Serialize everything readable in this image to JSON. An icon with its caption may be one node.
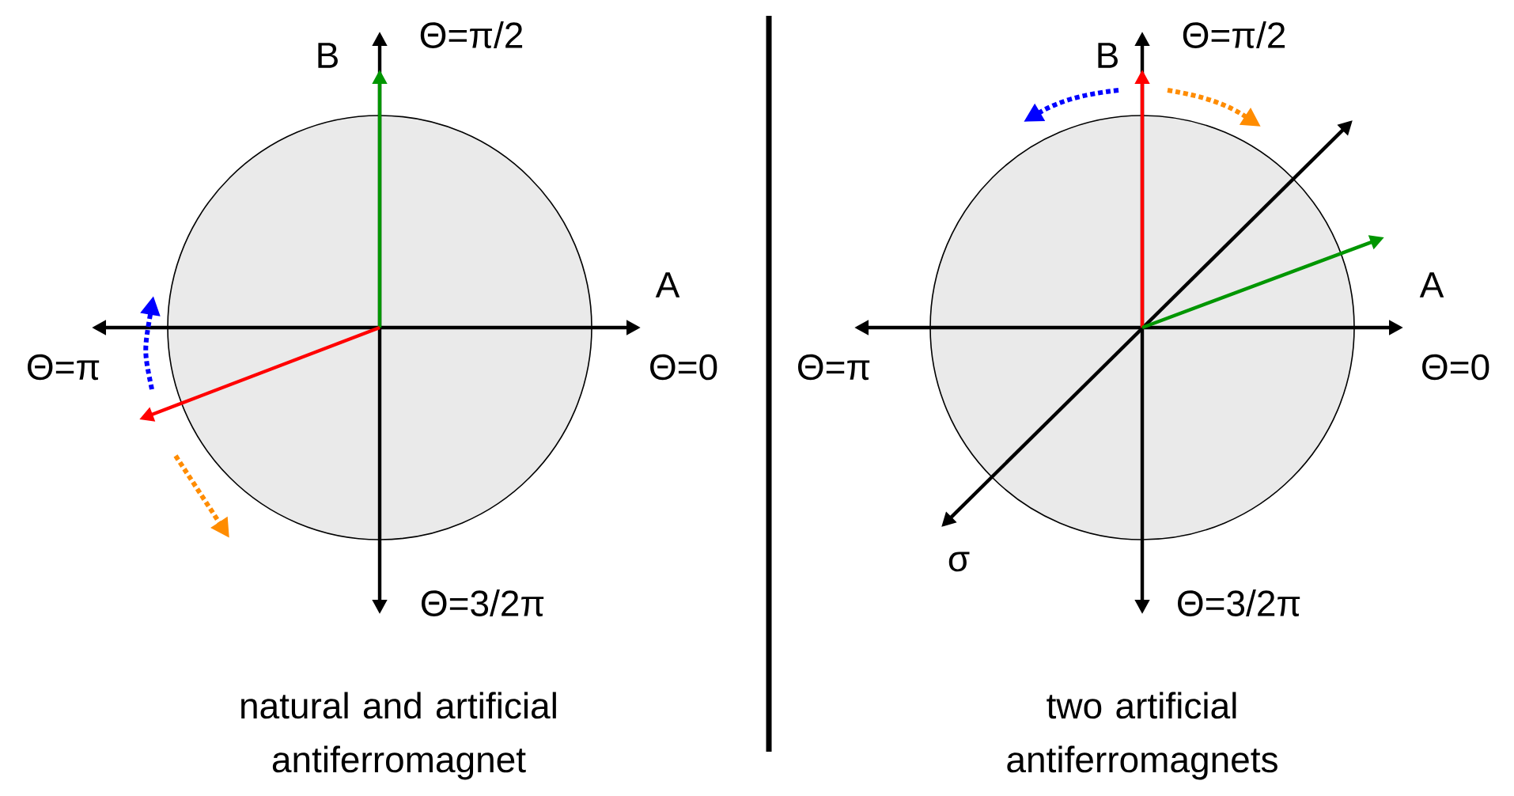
{
  "diagram": {
    "labels": [
      "B",
      "Θ=π/2",
      "A",
      "Θ=π",
      "Θ=0",
      "Θ=3/2π",
      "natural and artificial antiferromagnet",
      "B",
      "Θ=π/2",
      "A",
      "Θ=π",
      "Θ=0",
      "σ",
      "Θ=3/2π",
      "two artificial antiferromagnets"
    ]
  }
}
